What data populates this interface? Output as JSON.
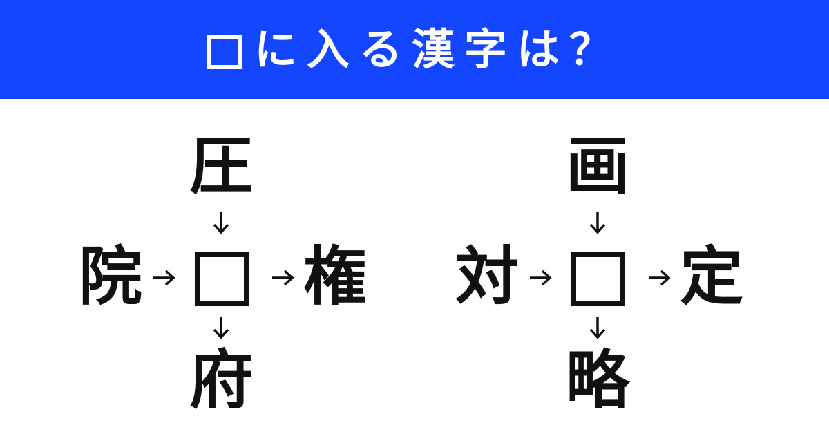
{
  "header": {
    "title": "に入る漢字は？"
  },
  "colors": {
    "banner": "#1446ff",
    "text": "#111111",
    "background": "#ffffff"
  },
  "puzzles": [
    {
      "top": "圧",
      "left": "院",
      "right": "権",
      "bottom": "府"
    },
    {
      "top": "画",
      "left": "対",
      "right": "定",
      "bottom": "略"
    }
  ]
}
